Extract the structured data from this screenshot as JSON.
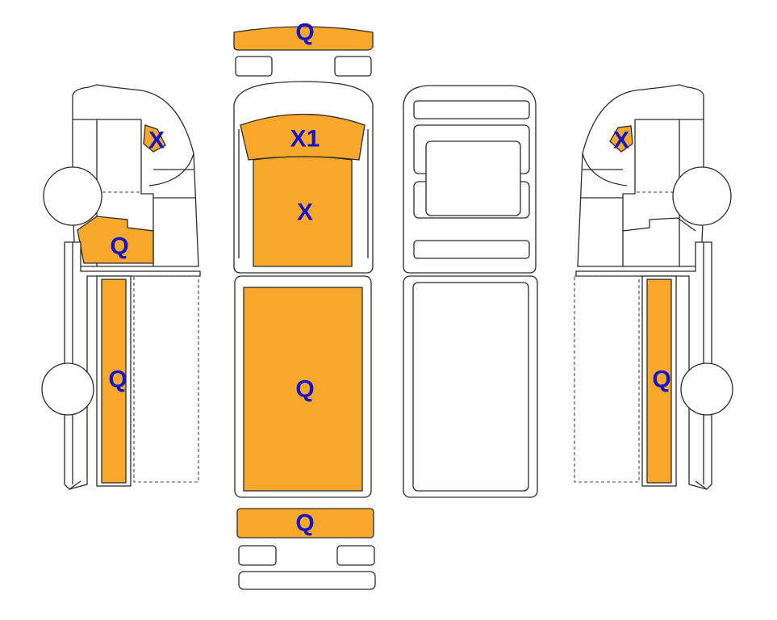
{
  "colors": {
    "zone_fill": "#FAA82C",
    "label": "#1515C8",
    "outline": "#2B2B2B",
    "background": "#FFFFFF"
  },
  "labels": {
    "front_bumper": "Q",
    "windshield": "X1",
    "roof_front": "X",
    "roof_rear": "Q",
    "rear_bumper": "Q",
    "left_cab_window": "X",
    "left_cab_lower": "Q",
    "left_side_panel": "Q",
    "right_cab_window": "X",
    "right_side_panel": "Q"
  }
}
